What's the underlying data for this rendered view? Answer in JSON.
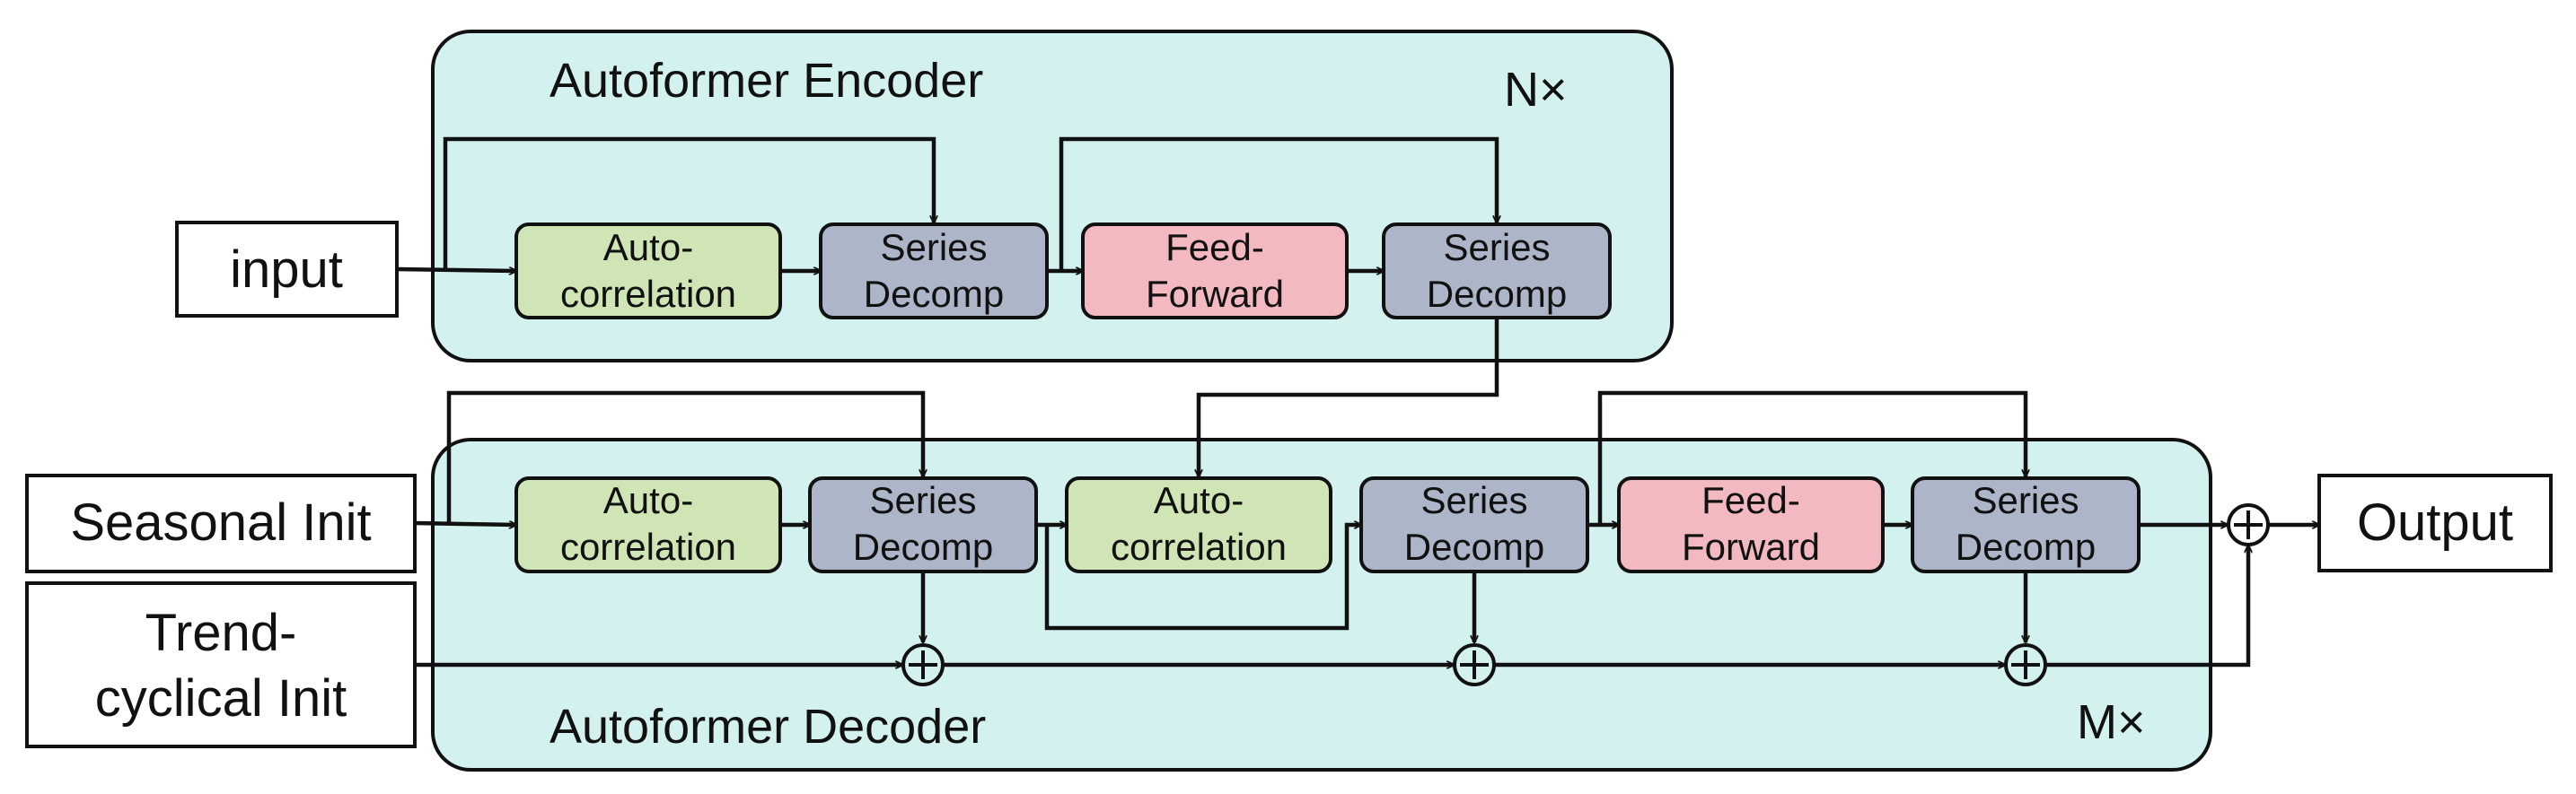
{
  "colors": {
    "panel_fill": "#d3f2ef",
    "autocorrelation_fill": "#cfe5b5",
    "series_decomp_fill": "#adb6c8",
    "feed_forward_fill": "#f3b9c1",
    "io_fill": "#ffffff",
    "stroke": "#111111"
  },
  "encoder": {
    "title": "Autoformer Encoder",
    "repeat": "N×",
    "blocks": [
      {
        "lines": [
          "Auto-",
          "correlation"
        ],
        "kind": "autocorrelation"
      },
      {
        "lines": [
          "Series",
          "Decomp"
        ],
        "kind": "series_decomp"
      },
      {
        "lines": [
          "Feed-",
          "Forward"
        ],
        "kind": "feed_forward"
      },
      {
        "lines": [
          "Series",
          "Decomp"
        ],
        "kind": "series_decomp"
      }
    ]
  },
  "decoder": {
    "title": "Autoformer Decoder",
    "repeat": "M×",
    "blocks": [
      {
        "lines": [
          "Auto-",
          "correlation"
        ],
        "kind": "autocorrelation"
      },
      {
        "lines": [
          "Series",
          "Decomp"
        ],
        "kind": "series_decomp"
      },
      {
        "lines": [
          "Auto-",
          "correlation"
        ],
        "kind": "autocorrelation"
      },
      {
        "lines": [
          "Series",
          "Decomp"
        ],
        "kind": "series_decomp"
      },
      {
        "lines": [
          "Feed-",
          "Forward"
        ],
        "kind": "feed_forward"
      },
      {
        "lines": [
          "Series",
          "Decomp"
        ],
        "kind": "series_decomp"
      }
    ]
  },
  "inputs": {
    "input": "input",
    "seasonal": "Seasonal Init",
    "trend_line1": "Trend-",
    "trend_line2": "cyclical Init"
  },
  "output": "Output",
  "sum_symbol": "+",
  "icons": [
    "arrow-icon",
    "sum-node-icon"
  ]
}
